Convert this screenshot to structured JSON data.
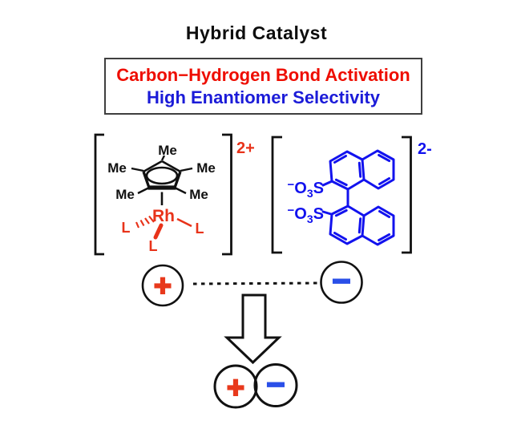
{
  "title": "Hybrid Catalyst",
  "banner": {
    "line1": "Carbon−Hydrogen Bond Activation",
    "line2": "High Enantiomer Selectivity"
  },
  "cation": {
    "charge": "2+",
    "methyl": "Me",
    "metal": "Rh",
    "ligand": "L"
  },
  "anion": {
    "charge": "2-",
    "sulfonate": {
      "minus": "−",
      "oxygen": "O",
      "count": "3",
      "sulfur": "S"
    }
  },
  "pairing": {
    "plus": "+",
    "minus": "−"
  },
  "colors": {
    "banner_red": "#ee0d00",
    "banner_blue": "#1b1bd8",
    "structure_red": "#e8331a",
    "structure_blue": "#1212ee",
    "minus_blue": "#2a4fe8",
    "black": "#111111"
  }
}
